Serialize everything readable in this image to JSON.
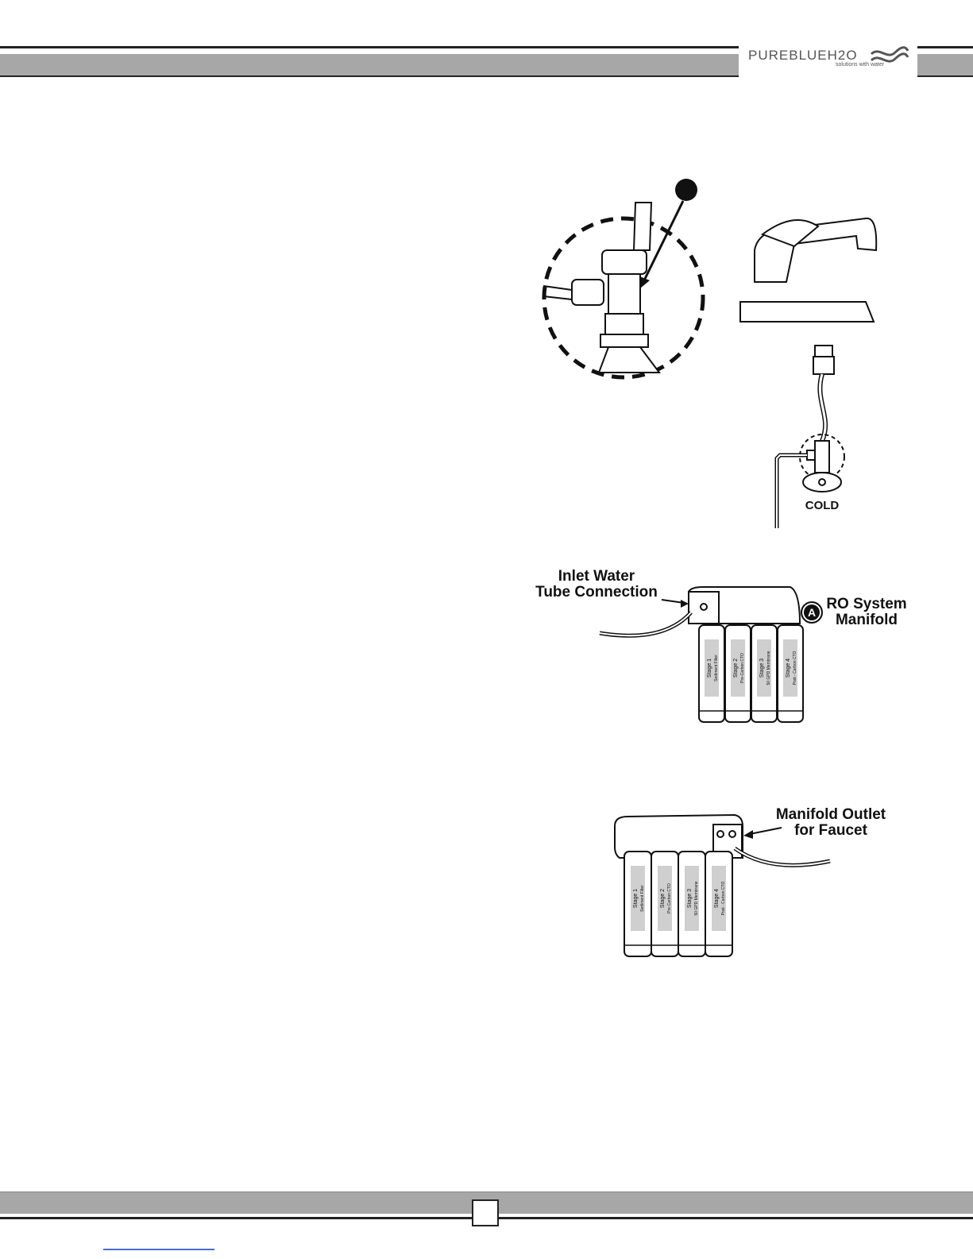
{
  "header": {
    "logo_text_main": "PUREBLUEH2O",
    "logo_tagline": "solutions with water"
  },
  "figures": {
    "faucet": {
      "cold_label": "COLD"
    },
    "inlet": {
      "label_line1": "Inlet Water",
      "label_line2": "Tube Connection",
      "badge": "A",
      "manifold_line1": "RO System",
      "manifold_line2": "Manifold",
      "filters": [
        {
          "stage": "Stage 1",
          "desc": "Sediment Filter"
        },
        {
          "stage": "Stage 2",
          "desc": "Pre-Carbon CTO"
        },
        {
          "stage": "Stage 3",
          "desc": "50 GPD Membrane"
        },
        {
          "stage": "Stage 4",
          "desc": "Post - Carbon CTO"
        }
      ]
    },
    "outlet": {
      "label_line1": "Manifold Outlet",
      "label_line2": "for Faucet",
      "filters": [
        {
          "stage": "Stage 1",
          "desc": "Sediment Filter"
        },
        {
          "stage": "Stage 2",
          "desc": "Pre-Carbon CTO"
        },
        {
          "stage": "Stage 3",
          "desc": "50 GPD Membrane"
        },
        {
          "stage": "Stage 4",
          "desc": "Post - Carbon CTO"
        }
      ]
    }
  },
  "footer": {
    "page_number": ""
  }
}
